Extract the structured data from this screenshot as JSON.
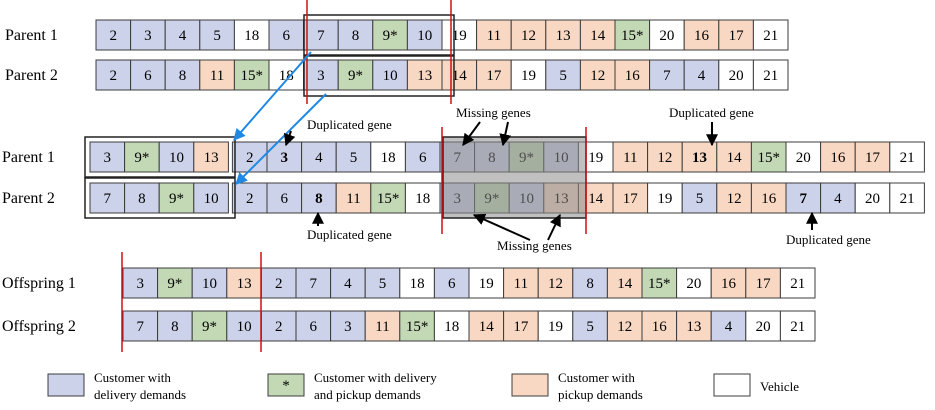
{
  "colors": {
    "delivery": "#ccd2ea",
    "both": "#c3d9b5",
    "pickup": "#f9d8c3",
    "vehicle": "#ffffff",
    "cell_border": "#3c3c3c",
    "duplicated_text": "#e00000",
    "red_line": "#d01010",
    "blue_arrow": "#1e88e5",
    "missing_overlay": "#8c8c8c"
  },
  "top_parents": [
    {
      "label": "Parent 1",
      "cells": [
        {
          "v": "2",
          "t": "d"
        },
        {
          "v": "3",
          "t": "d"
        },
        {
          "v": "4",
          "t": "d"
        },
        {
          "v": "5",
          "t": "d"
        },
        {
          "v": "18",
          "t": "v"
        },
        {
          "v": "6",
          "t": "d"
        },
        {
          "v": "7",
          "t": "d"
        },
        {
          "v": "8",
          "t": "d"
        },
        {
          "v": "9*",
          "t": "b"
        },
        {
          "v": "10",
          "t": "d"
        },
        {
          "v": "19",
          "t": "v"
        },
        {
          "v": "11",
          "t": "p"
        },
        {
          "v": "12",
          "t": "p"
        },
        {
          "v": "13",
          "t": "p"
        },
        {
          "v": "14",
          "t": "p"
        },
        {
          "v": "15*",
          "t": "b"
        },
        {
          "v": "20",
          "t": "v"
        },
        {
          "v": "16",
          "t": "p"
        },
        {
          "v": "17",
          "t": "p"
        },
        {
          "v": "21",
          "t": "v"
        }
      ]
    },
    {
      "label": "Parent 2",
      "cells": [
        {
          "v": "2",
          "t": "d"
        },
        {
          "v": "6",
          "t": "d"
        },
        {
          "v": "8",
          "t": "d"
        },
        {
          "v": "11",
          "t": "p"
        },
        {
          "v": "15*",
          "t": "b"
        },
        {
          "v": "18",
          "t": "v"
        },
        {
          "v": "3",
          "t": "d"
        },
        {
          "v": "9*",
          "t": "b"
        },
        {
          "v": "10",
          "t": "d"
        },
        {
          "v": "13",
          "t": "p"
        },
        {
          "v": "14",
          "t": "p"
        },
        {
          "v": "17",
          "t": "p"
        },
        {
          "v": "19",
          "t": "v"
        },
        {
          "v": "5",
          "t": "d"
        },
        {
          "v": "12",
          "t": "p"
        },
        {
          "v": "16",
          "t": "p"
        },
        {
          "v": "7",
          "t": "d"
        },
        {
          "v": "4",
          "t": "d"
        },
        {
          "v": "20",
          "t": "v"
        },
        {
          "v": "21",
          "t": "v"
        }
      ]
    }
  ],
  "mid_parents": [
    {
      "label": "Parent 1",
      "cells": [
        {
          "v": "3",
          "t": "d"
        },
        {
          "v": "9*",
          "t": "b"
        },
        {
          "v": "10",
          "t": "d"
        },
        {
          "v": "13",
          "t": "p"
        },
        {
          "v": "2",
          "t": "d"
        },
        {
          "v": "3",
          "t": "d",
          "dup": true
        },
        {
          "v": "4",
          "t": "d"
        },
        {
          "v": "5",
          "t": "d"
        },
        {
          "v": "18",
          "t": "v"
        },
        {
          "v": "6",
          "t": "d"
        },
        {
          "v": "7",
          "t": "d"
        },
        {
          "v": "8",
          "t": "d"
        },
        {
          "v": "9*",
          "t": "b"
        },
        {
          "v": "10",
          "t": "d"
        },
        {
          "v": "19",
          "t": "v"
        },
        {
          "v": "11",
          "t": "p"
        },
        {
          "v": "12",
          "t": "p"
        },
        {
          "v": "13",
          "t": "p",
          "dup": true
        },
        {
          "v": "14",
          "t": "p"
        },
        {
          "v": "15*",
          "t": "b"
        },
        {
          "v": "20",
          "t": "v"
        },
        {
          "v": "16",
          "t": "p"
        },
        {
          "v": "17",
          "t": "p"
        },
        {
          "v": "21",
          "t": "v"
        }
      ]
    },
    {
      "label": "Parent 2",
      "cells": [
        {
          "v": "7",
          "t": "d"
        },
        {
          "v": "8",
          "t": "d"
        },
        {
          "v": "9*",
          "t": "b"
        },
        {
          "v": "10",
          "t": "d"
        },
        {
          "v": "2",
          "t": "d"
        },
        {
          "v": "6",
          "t": "d"
        },
        {
          "v": "8",
          "t": "d",
          "dup": true
        },
        {
          "v": "11",
          "t": "p"
        },
        {
          "v": "15*",
          "t": "b"
        },
        {
          "v": "18",
          "t": "v"
        },
        {
          "v": "3",
          "t": "d"
        },
        {
          "v": "9*",
          "t": "b"
        },
        {
          "v": "10",
          "t": "d"
        },
        {
          "v": "13",
          "t": "p"
        },
        {
          "v": "14",
          "t": "p"
        },
        {
          "v": "17",
          "t": "p"
        },
        {
          "v": "19",
          "t": "v"
        },
        {
          "v": "5",
          "t": "d"
        },
        {
          "v": "12",
          "t": "p"
        },
        {
          "v": "16",
          "t": "p"
        },
        {
          "v": "7",
          "t": "d",
          "dup": true
        },
        {
          "v": "4",
          "t": "d"
        },
        {
          "v": "20",
          "t": "v"
        },
        {
          "v": "21",
          "t": "v"
        }
      ]
    }
  ],
  "offspring": [
    {
      "label": "Offspring 1",
      "cells": [
        {
          "v": "3",
          "t": "d"
        },
        {
          "v": "9*",
          "t": "b"
        },
        {
          "v": "10",
          "t": "d"
        },
        {
          "v": "13",
          "t": "p"
        },
        {
          "v": "2",
          "t": "d"
        },
        {
          "v": "7",
          "t": "d"
        },
        {
          "v": "4",
          "t": "d"
        },
        {
          "v": "5",
          "t": "d"
        },
        {
          "v": "18",
          "t": "v"
        },
        {
          "v": "6",
          "t": "d"
        },
        {
          "v": "19",
          "t": "v"
        },
        {
          "v": "11",
          "t": "p"
        },
        {
          "v": "12",
          "t": "p"
        },
        {
          "v": "8",
          "t": "d"
        },
        {
          "v": "14",
          "t": "p"
        },
        {
          "v": "15*",
          "t": "b"
        },
        {
          "v": "20",
          "t": "v"
        },
        {
          "v": "16",
          "t": "p"
        },
        {
          "v": "17",
          "t": "p"
        },
        {
          "v": "21",
          "t": "v"
        }
      ]
    },
    {
      "label": "Offspring 2",
      "cells": [
        {
          "v": "7",
          "t": "d"
        },
        {
          "v": "8",
          "t": "d"
        },
        {
          "v": "9*",
          "t": "b"
        },
        {
          "v": "10",
          "t": "d"
        },
        {
          "v": "2",
          "t": "d"
        },
        {
          "v": "6",
          "t": "d"
        },
        {
          "v": "3",
          "t": "d"
        },
        {
          "v": "11",
          "t": "p"
        },
        {
          "v": "15*",
          "t": "b"
        },
        {
          "v": "18",
          "t": "v"
        },
        {
          "v": "14",
          "t": "p"
        },
        {
          "v": "17",
          "t": "p"
        },
        {
          "v": "19",
          "t": "v"
        },
        {
          "v": "5",
          "t": "d"
        },
        {
          "v": "12",
          "t": "p"
        },
        {
          "v": "16",
          "t": "p"
        },
        {
          "v": "13",
          "t": "p"
        },
        {
          "v": "4",
          "t": "d"
        },
        {
          "v": "20",
          "t": "v"
        },
        {
          "v": "21",
          "t": "v"
        }
      ]
    }
  ],
  "annotations": {
    "duplicated_gene": "Duplicated gene",
    "missing_genes": "Missing genes"
  },
  "legend": [
    {
      "type": "d",
      "lines": [
        "Customer with",
        "delivery demands"
      ],
      "symbol": ""
    },
    {
      "type": "b",
      "lines": [
        "Customer with delivery",
        "and pickup demands"
      ],
      "symbol": "*"
    },
    {
      "type": "p",
      "lines": [
        "Customer with",
        "pickup demands"
      ],
      "symbol": ""
    },
    {
      "type": "v",
      "lines": [
        "Vehicle"
      ],
      "symbol": ""
    }
  ]
}
